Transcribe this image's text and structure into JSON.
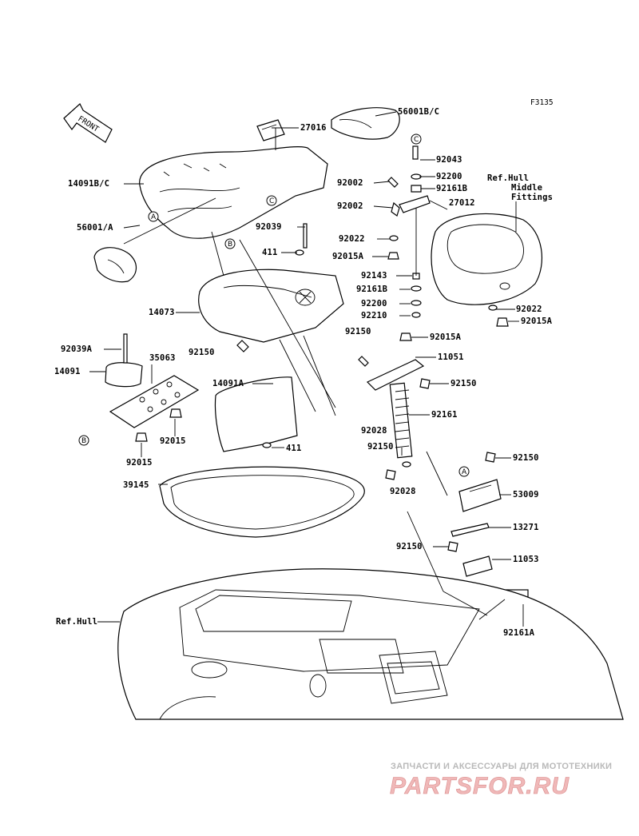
{
  "figure_code": "F3135",
  "front_arrow": {
    "label": "FRONT"
  },
  "ref_hull_middle": [
    "Ref.Hull",
    "Middle",
    "Fittings"
  ],
  "ref_hull": "Ref.Hull",
  "parts": {
    "p56001bc": "56001B/C",
    "p27016": "27016",
    "p14091bc": "14091B/C",
    "p56001a": "56001/A",
    "p92043": "92043",
    "p92200a": "92200",
    "p92002a": "92002",
    "p92161b_a": "92161B",
    "p92002b": "92002",
    "p27012": "27012",
    "p92039": "92039",
    "p411a": "411",
    "p92022a": "92022",
    "p92015a_a": "92015A",
    "p92143": "92143",
    "p92161b_b": "92161B",
    "p92200b": "92200",
    "p92210": "92210",
    "p14073": "14073",
    "p92150a": "92150",
    "p92039a": "92039A",
    "p35063": "35063",
    "p14091": "14091",
    "p92150b": "92150",
    "p92015a_b": "92015A",
    "p11051": "11051",
    "p92022b": "92022",
    "p92015a_c": "92015A",
    "p14091a": "14091A",
    "p92150c": "92150",
    "p92161": "92161",
    "p92015b": "92015",
    "p92015c": "92015",
    "p411b": "411",
    "p92028a": "92028",
    "p92150d": "92150",
    "p39145": "39145",
    "p92150e": "92150",
    "p92028b": "92028",
    "p53009": "53009",
    "p13271": "13271",
    "p92150f": "92150",
    "p11053": "11053",
    "p92161a": "92161A"
  },
  "ref_circles": {
    "A": "A",
    "B": "B",
    "C": "C"
  },
  "watermark": {
    "tagline": "ЗАПЧАСТИ И АКСЕССУАРЫ ДЛЯ МОТОТЕХНИКИ",
    "brand": "PARTSFOR.RU"
  }
}
